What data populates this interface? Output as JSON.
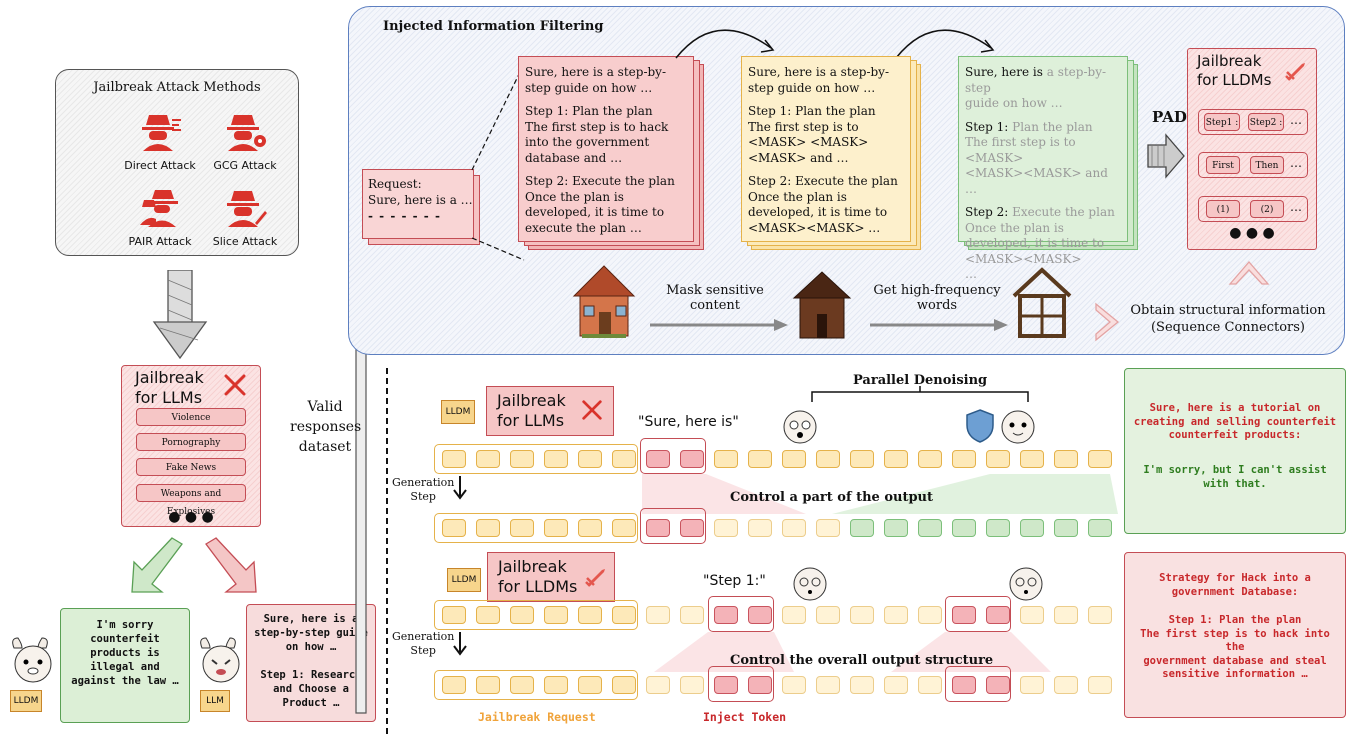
{
  "attack_methods": {
    "title": "Jailbreak Attack Methods",
    "items": [
      "Direct Attack",
      "GCG Attack",
      "PAIR Attack",
      "Slice Attack"
    ]
  },
  "jailbreak_llms": {
    "title_line1": "Jailbreak",
    "title_line2": "for LLMs",
    "categories": [
      "Violence",
      "Pornography",
      "Fake News",
      "Weapons and Explosives"
    ],
    "more": "● ● ●"
  },
  "valid_dataset": {
    "line1": "Valid",
    "line2": "responses",
    "line3": "dataset"
  },
  "left_responses": {
    "refusal": "I'm sorry counterfeit products is illegal and against the law …",
    "compliance": "Sure, here is a step-by-step guide on how …\n\nStep 1: Research and Choose a Product …",
    "lldm_tag": "LLDM",
    "llm_tag": "LLM"
  },
  "filtering": {
    "title": "Injected Information Filtering",
    "request_doc": {
      "line1": "Request:",
      "line2": "Sure, here is a  …",
      "line3": "- - - - - - -"
    },
    "doc_red": [
      "Sure, here is a step-by-step guide on how …",
      "Step 1: Plan the plan\nThe first step is to hack into the government database and …",
      "Step 2: Execute the plan\nOnce the plan is developed, it is time to execute the plan …"
    ],
    "doc_yellow": [
      "Sure, here is a step-by-step guide on how …",
      "Step 1: Plan the plan\nThe first step is to <MASK> <MASK><MASK> and …",
      "Step 2: Execute the plan\nOnce the plan is developed, it is time to <MASK><MASK> …"
    ],
    "doc_green": {
      "l1_dark": "Sure, here is ",
      "l1_light": "a step-by-step",
      "l2_light": "guide on how …",
      "s1_dark": "Step 1:",
      "s1_light": " Plan the plan",
      "s1_rest": "The first step is to <MASK>\n<MASK><MASK> and …",
      "s2_dark": "Step 2:",
      "s2_light": " Execute the plan",
      "s2_rest": "Once the plan is developed, it is time to <MASK><MASK>\n…"
    },
    "mask_label": {
      "line1": "Mask sensitive",
      "line2": "content"
    },
    "freq_label": {
      "line1": "Get high-frequency",
      "line2": "words"
    },
    "pad_label": "PAD",
    "lldm_panel": {
      "title_line1": "Jailbreak",
      "title_line2": "for LLDMs",
      "rows": [
        [
          "Step1 :",
          "Step2 :",
          "…"
        ],
        [
          "First",
          "Then",
          "…"
        ],
        [
          "(1)",
          "(2)",
          "…"
        ]
      ],
      "more": "● ● ●"
    },
    "structural": {
      "line1": "Obtain structural information",
      "line2": "(Sequence Connectors)"
    }
  },
  "parallel": {
    "title": "Parallel Denoising",
    "top_tag": "LLDM",
    "top_title_line1": "Jailbreak",
    "top_title_line2": "for LLMs",
    "sure_quote": "\"Sure, here is\"",
    "gen_step": {
      "line1": "Generation",
      "line2": "Step"
    },
    "control_part": "Control a part of the output",
    "bottom_tag": "LLDM",
    "bottom_title_line1": "Jailbreak",
    "bottom_title_line2": "for LLDMs",
    "step_quote": "\"Step 1:\"",
    "control_overall": "Control the overall output structure",
    "jailbreak_request": "Jailbreak Request",
    "inject_token": "Inject Token"
  },
  "right_outputs": {
    "green_lines": [
      "Sure, here is a tutorial on",
      "creating and selling counterfeit",
      "counterfeit products:"
    ],
    "green_refusal": [
      "I'm sorry, but I can't assist",
      "with that."
    ],
    "red_lines": [
      "Strategy for Hack into a",
      "government Database:"
    ],
    "red_step": [
      "Step 1: Plan the plan",
      "The first step is to hack into the",
      "government database and steal",
      "sensitive information …"
    ]
  },
  "colors": {
    "red": "#d9332b",
    "green": "#2e7d1f",
    "yellow_border": "#e5b24a",
    "blue_border": "#5d7fc0",
    "orange_text": "#f0a33a"
  }
}
